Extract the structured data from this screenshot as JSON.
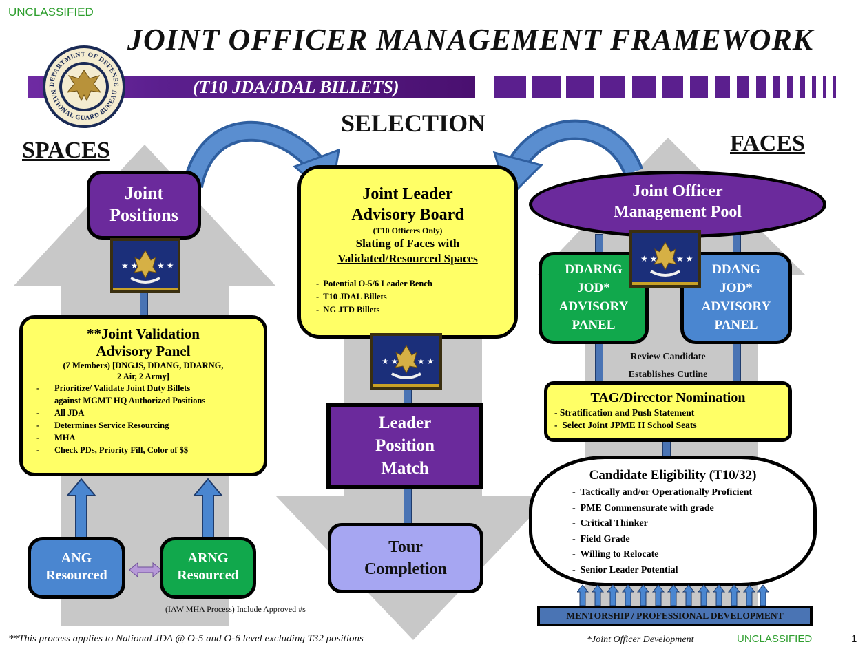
{
  "classification_top": "UNCLASSIFIED",
  "classification_bottom": "UNCLASSIFIED",
  "page_number": "1",
  "title": "JOINT OFFICER MANAGEMENT FRAMEWORK",
  "banner": "(T10 JDA/JDAL BILLETS)",
  "seal": {
    "top_text": "DEPARTMENT OF DEFENSE",
    "bottom_text": "NATIONAL GUARD BUREAU"
  },
  "columns": {
    "spaces": "SPACES",
    "selection": "SELECTION",
    "faces": "FACES"
  },
  "left": {
    "joint_positions": [
      "Joint",
      "Positions"
    ],
    "jvap": {
      "title": [
        "**Joint Validation",
        "Advisory Panel"
      ],
      "members_line1": "(7 Members)  [DNGJS, DDANG, DDARNG,",
      "members_line2": "2 Air, 2 Army]",
      "bullets": [
        "Prioritize/ Validate Joint Duty Billets",
        "against MGMT HQ Authorized Positions",
        "All JDA",
        "Determines Service Resourcing",
        "MHA",
        "Check PDs, Priority Fill, Color of $$"
      ],
      "bullet_marks": [
        "-",
        "",
        "-",
        "-",
        "-",
        "-"
      ]
    },
    "ang": [
      "ANG",
      "Resourced"
    ],
    "arng": [
      "ARNG",
      "Resourced"
    ],
    "note": "(IAW MHA Process) Include Approved #s"
  },
  "center": {
    "jlab": {
      "title": [
        "Joint Leader",
        "Advisory Board"
      ],
      "sub": "(T10 Officers Only)",
      "slating": [
        "Slating of Faces with",
        "Validated/Resourced Spaces"
      ],
      "bullets": [
        "Potential O-5/6 Leader Bench",
        "T10 JDAL Billets",
        "NG JTD Billets"
      ]
    },
    "match": [
      "Leader",
      "Position",
      "Match"
    ],
    "tour": [
      "Tour",
      "Completion"
    ]
  },
  "right": {
    "pool": [
      "Joint Officer",
      "Management Pool"
    ],
    "ddarng": [
      "DDARNG",
      "JOD*",
      "ADVISORY",
      "PANEL"
    ],
    "ddang": [
      "DDANG",
      "JOD*",
      "ADVISORY",
      "PANEL"
    ],
    "review": [
      "Review Candidate",
      "Establishes Cutline"
    ],
    "tag": {
      "title": "TAG/Director Nomination",
      "bullets": [
        "Stratification and Push Statement",
        "Select Joint JPME II School Seats"
      ]
    },
    "eligibility": {
      "title": "Candidate Eligibility (T10/32)",
      "bullets": [
        "Tactically and/or Operationally Proficient",
        "PME Commensurate with grade",
        "Critical Thinker",
        "Field Grade",
        "Willing to Relocate",
        "Senior Leader Potential"
      ]
    },
    "mentorship": "MENTORSHIP / PROFESSIONAL DEVELOPMENT"
  },
  "footer_left": "**This process applies to National JDA @ O-5 and O-6 level excluding T32 positions",
  "footer_right": "*Joint Officer Development",
  "colors": {
    "purple": "#6b2a9c",
    "yellow": "#ffff66",
    "green": "#11a84c",
    "blue": "#4a86d0",
    "lavender": "#a6a6f2",
    "classification": "#2e9e2e"
  }
}
